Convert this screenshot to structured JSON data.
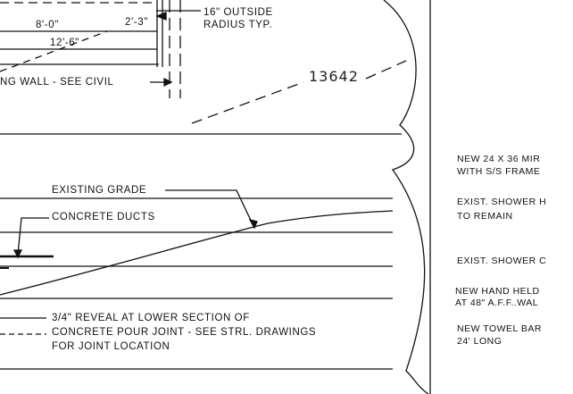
{
  "drawing": {
    "dims": {
      "d1": "8'-0\"",
      "d2": "2'-3\"",
      "d3": "12'-6\""
    },
    "radius_note": [
      "16\" OUTSIDE",
      "RADIUS TYP."
    ],
    "wall_note": "NG WALL - SEE CIVIL",
    "elevation": "13642",
    "grade_label": "EXISTING GRADE",
    "ducts_label": "CONCRETE DUCTS",
    "reveal_note": [
      "3/4\" REVEAL AT LOWER SECTION OF",
      "CONCRETE POUR JOINT - SEE STRL. DRAWINGS",
      "FOR JOINT LOCATION"
    ]
  },
  "schedule": {
    "n1": [
      "NEW 24 X 36 MIR",
      "WITH S/S FRAME"
    ],
    "n2": [
      "EXIST. SHOWER H",
      "TO REMAIN"
    ],
    "n3": "EXIST. SHOWER C",
    "n4": [
      "NEW HAND HELD",
      "AT 48\" A.F.F..WAL"
    ],
    "n5": [
      "NEW TOWEL BAR",
      "24' LONG"
    ]
  }
}
